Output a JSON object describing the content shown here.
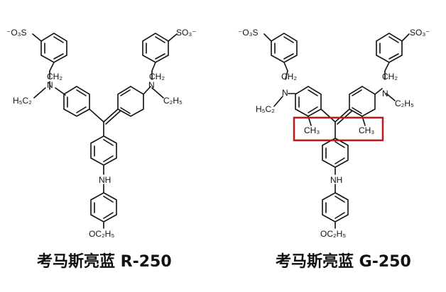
{
  "colors": {
    "ink": "#111111",
    "highlight": "#c0161e",
    "background": "#ffffff"
  },
  "molecules": [
    {
      "caption": "考马斯亮蓝 R-250",
      "labels": {
        "sulfonate_left": "⁻O₃S",
        "sulfonate_right": "SO₃⁻",
        "n_left": "N",
        "n_right": "N",
        "ch2_left": "CH₂",
        "ch2_right": "CH₂",
        "ethyl_left": "H₅C₂",
        "ethyl_right": "C₂H₅",
        "nh": "NH",
        "ethoxy": "OC₂H₅"
      }
    },
    {
      "caption": "考马斯亮蓝  G-250",
      "labels": {
        "sulfonate_left": "⁻O₃S",
        "sulfonate_right": "SO₃⁻",
        "n_left": "N",
        "n_right": "N",
        "ch2_left": "CH₂",
        "ch2_right": "CH₂",
        "ethyl_left": "H₅C₂",
        "ethyl_right": "C₂H₅",
        "nh": "NH",
        "ethoxy": "OC₂H₅",
        "methyl_left": "CH₃",
        "methyl_right": "CH₃"
      }
    }
  ]
}
